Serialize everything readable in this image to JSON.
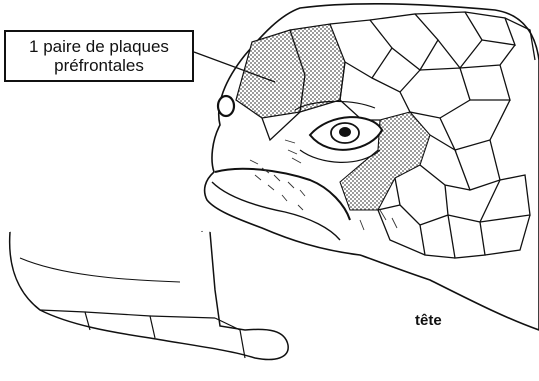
{
  "figure": {
    "callout": {
      "line1": "1 paire de plaques",
      "line2": "préfrontales"
    },
    "head_caption": "tête"
  },
  "colors": {
    "ink": "#111111",
    "shading": "#9a9a9a",
    "background": "#ffffff"
  }
}
